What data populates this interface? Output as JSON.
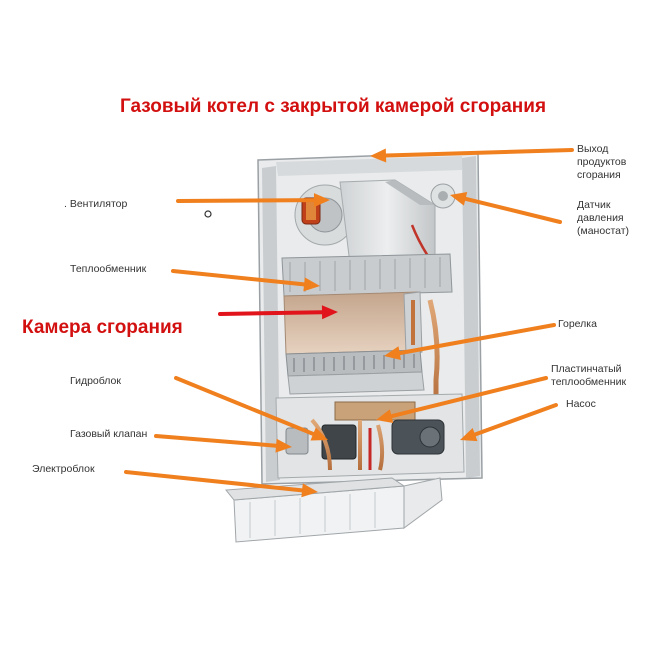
{
  "title": "Газовый котел с закрытой камерой сгорания",
  "colors": {
    "title": "#d31010",
    "arrow": "#f07f1e",
    "arrow_red": "#e0141a",
    "label": "#333333"
  },
  "labels": {
    "fan": ". Вентилятор",
    "exhaust": [
      "Выход",
      "продуктов",
      "сгорания"
    ],
    "pressure_sensor": [
      "Датчик",
      "давления",
      "(маностат)"
    ],
    "heat_exchanger": "Теплообменник",
    "combustion_chamber": "Камера сгорания",
    "burner": "Горелка",
    "hydroblock": "Гидроблок",
    "plate_heat_exchanger": [
      "Пластинчатый",
      "теплообменник"
    ],
    "pump": "Насос",
    "gas_valve": "Газовый клапан",
    "electroblock": "Электроблок"
  }
}
